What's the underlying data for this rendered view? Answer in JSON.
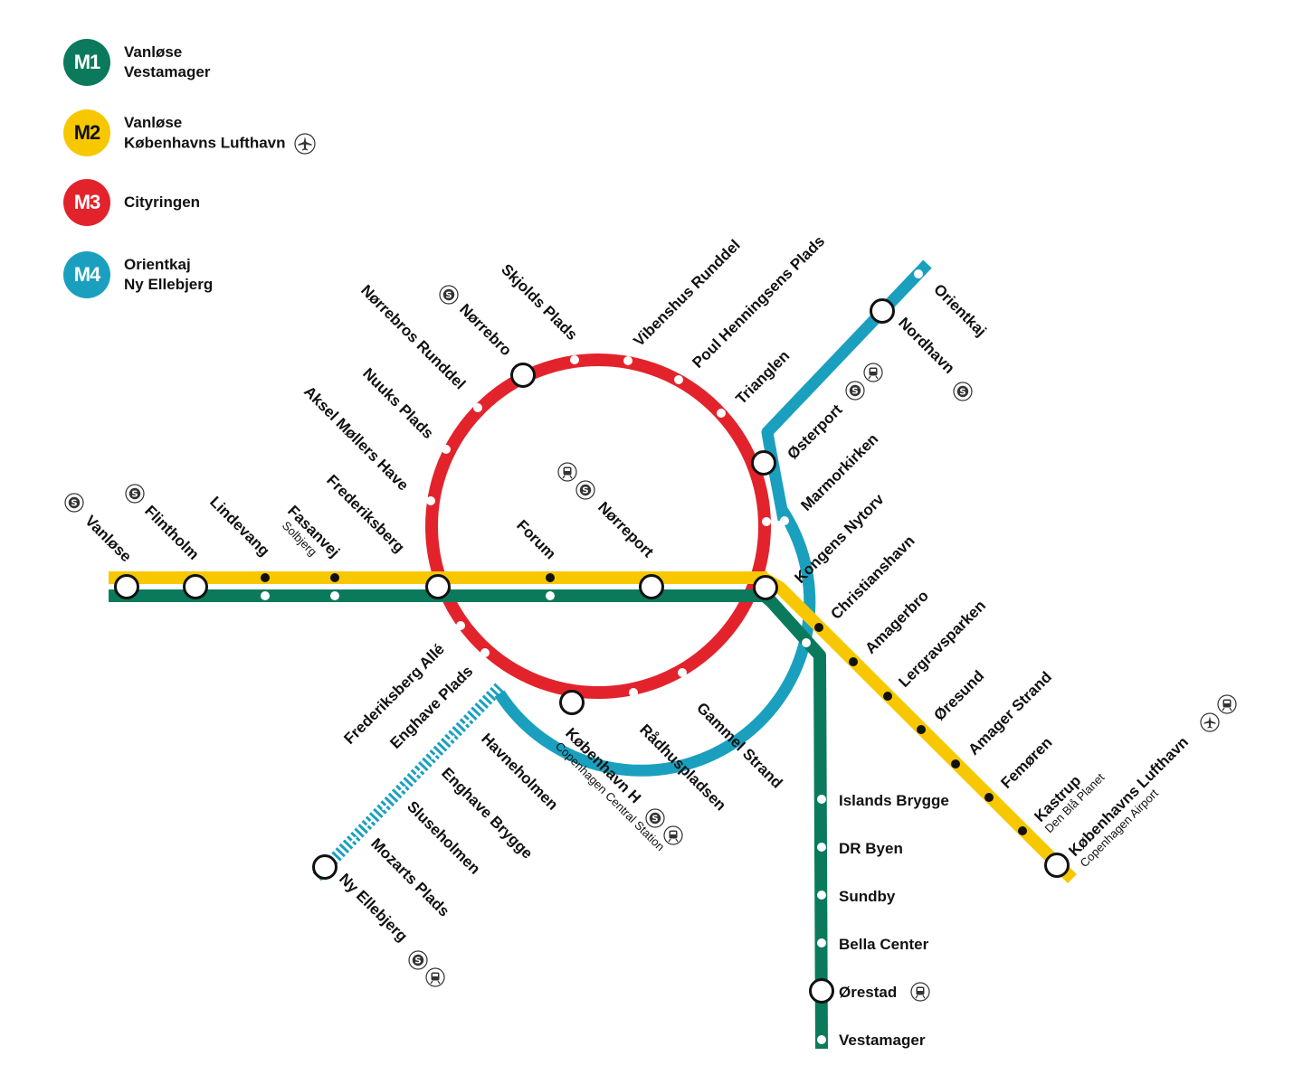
{
  "colors": {
    "m1": "#0b7a5c",
    "m2": "#f7c800",
    "m3": "#e3232c",
    "m4": "#1aa0be"
  },
  "legend": [
    {
      "badge": "M1",
      "color": "#0b7a5c",
      "line1": "Vanløse",
      "line2": "Vestamager",
      "icon": ""
    },
    {
      "badge": "M2",
      "color": "#f7c800",
      "line1": "Vanløse",
      "line2": "Københavns Lufthavn",
      "icon": "airplane-icon"
    },
    {
      "badge": "M3",
      "color": "#e3232c",
      "line1": "Cityringen",
      "line2": "",
      "icon": ""
    },
    {
      "badge": "M4",
      "color": "#1aa0be",
      "line1": "Orientkaj",
      "line2": "Ny Ellebjerg",
      "icon": ""
    }
  ],
  "stations": {
    "vanlose": "Vanløse",
    "flintholm": "Flintholm",
    "lindevang": "Lindevang",
    "fasanvej": "Fasanvej",
    "fasanvej_sub": "Solbjerg",
    "frederiksberg": "Frederiksberg",
    "forum": "Forum",
    "norreport": "Nørreport",
    "kongens_nytorv": "Kongens Nytorv",
    "christianshavn": "Christianshavn",
    "amagerbro": "Amagerbro",
    "lergravsparken": "Lergravsparken",
    "oresund": "Øresund",
    "amager_strand": "Amager Strand",
    "femoren": "Femøren",
    "kastrup": "Kastrup",
    "kastrup_sub": "Den Blå Planet",
    "lufthavn": "Københavns Lufthavn",
    "lufthavn_sub": "Copenhagen Airport",
    "islands_brygge": "Islands Brygge",
    "dr_byen": "DR Byen",
    "sundby": "Sundby",
    "bella_center": "Bella Center",
    "orestad": "Ørestad",
    "vestamager": "Vestamager",
    "norrebro": "Nørrebro",
    "skjolds_plads": "Skjolds Plads",
    "vibenshus_runddel": "Vibenshus Runddel",
    "poul_henningsens_plads": "Poul Henningsens Plads",
    "trianglen": "Trianglen",
    "osterport": "Østerport",
    "marmorkirken": "Marmorkirken",
    "norrebros_runddel": "Nørrebros Runddel",
    "nuuks_plads": "Nuuks Plads",
    "aksel_mollers_have": "Aksel Møllers Have",
    "frederiksberg_alle": "Frederiksberg Allé",
    "enghave_plads": "Enghave Plads",
    "kobenhavn_h": "København H",
    "kobenhavn_h_sub": "Copenhagen Central Station",
    "radhuspladsen": "Rådhuspladsen",
    "gammel_strand": "Gammel Strand",
    "orientkaj": "Orientkaj",
    "nordhavn": "Nordhavn",
    "havneholmen": "Havneholmen",
    "enghave_brygge": "Enghave Brygge",
    "sluseholmen": "Sluseholmen",
    "mozarts_plads": "Mozarts Plads",
    "ny_ellebjerg": "Ny Ellebjerg"
  },
  "icons": {
    "s_train": "S",
    "train": "▣",
    "airport": "✈"
  }
}
